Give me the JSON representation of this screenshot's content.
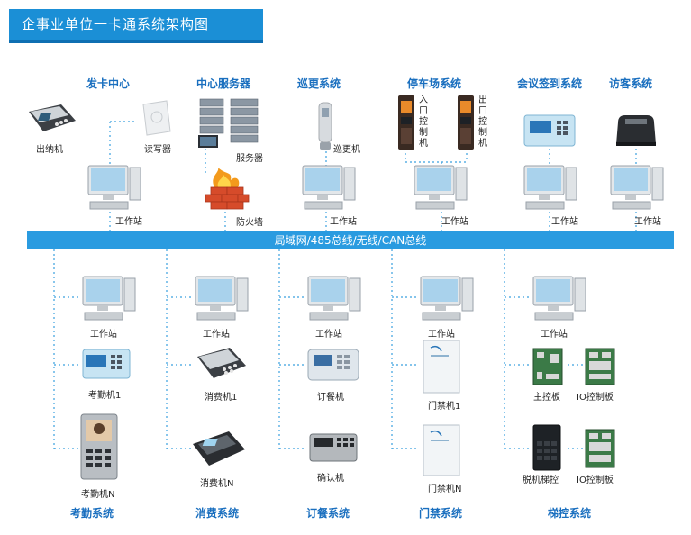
{
  "title": "企事业单位一卡通系统架构图",
  "bus_label": "局域网/485总线/无线/CAN总线",
  "top_groups": {
    "card_center": "发卡中心",
    "server": "中心服务器",
    "patrol": "巡更系统",
    "parking": "停车场系统",
    "meeting": "会议签到系统",
    "visitor": "访客系统"
  },
  "top_labels": {
    "cashier": "出纳机",
    "reader": "读写器",
    "server": "服务器",
    "firewall": "防火墙",
    "patrol_device": "巡更机",
    "entry_ctrl": "入口控制机",
    "exit_ctrl": "出口控制机",
    "ws1": "工作站",
    "ws2": "工作站",
    "ws3": "工作站",
    "ws4": "工作站",
    "ws5": "工作站"
  },
  "bottom_groups": {
    "attendance": "考勤系统",
    "consume": "消费系统",
    "dining": "订餐系统",
    "access": "门禁系统",
    "elevator": "梯控系统"
  },
  "bottom_labels": {
    "ws_a": "工作站",
    "ws_b": "工作站",
    "ws_c": "工作站",
    "ws_d": "工作站",
    "ws_e": "工作站",
    "att1": "考勤机1",
    "attN": "考勤机N",
    "con1": "消费机1",
    "conN": "消费机N",
    "order": "订餐机",
    "confirm": "确认机",
    "door1": "门禁机1",
    "doorN": "门禁机N",
    "main_board": "主控板",
    "io1": "IO控制板",
    "offline": "脱机梯控",
    "io2": "IO控制板"
  },
  "colors": {
    "accent": "#1b8fd6",
    "bus": "#2a9be0",
    "wire": "#3aa0df",
    "section": "#1a6fbf"
  }
}
